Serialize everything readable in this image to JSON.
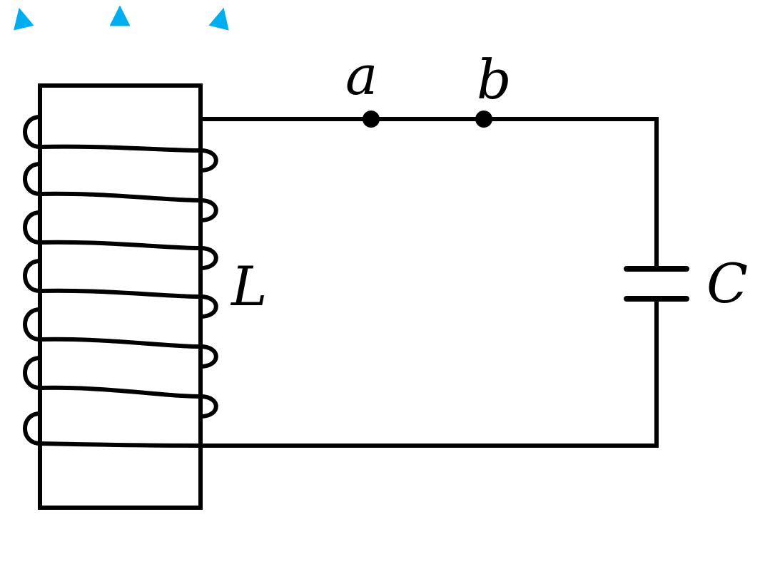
{
  "diagram": {
    "colors": {
      "line": "#000000",
      "field_lines": "#00AEEF",
      "background": "#FFFFFF"
    },
    "labels": {
      "inductor": "L",
      "capacitor": "C",
      "point_a": "a",
      "point_b": "b"
    }
  }
}
